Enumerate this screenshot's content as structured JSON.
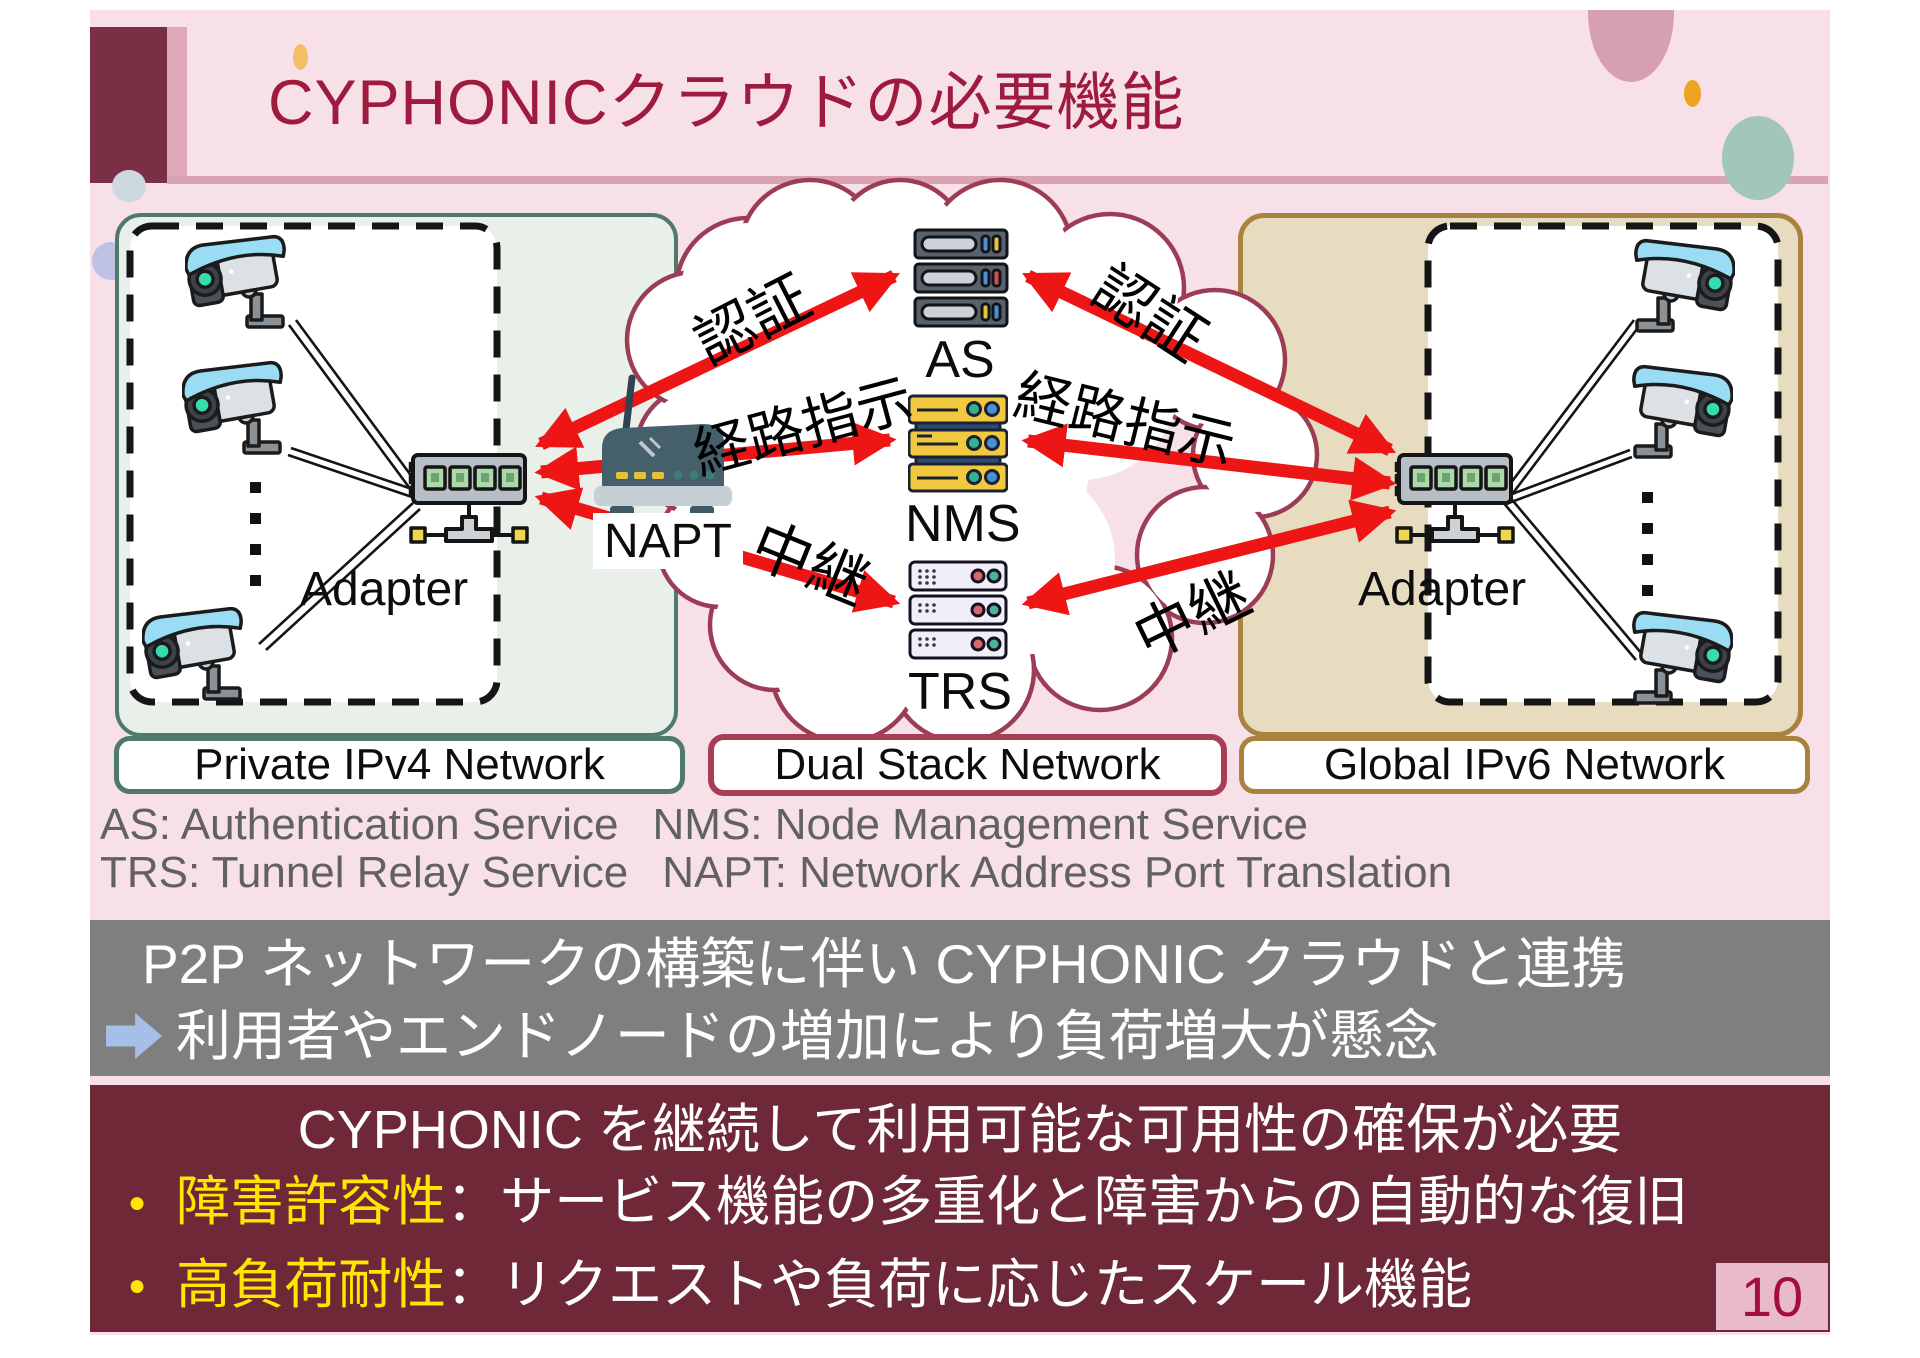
{
  "slide": {
    "title": "CYPHONICクラウドの必要機能",
    "page_number": "10"
  },
  "diagram": {
    "network_labels": [
      {
        "label": "Private IPv4 Network"
      },
      {
        "label": "Dual Stack Network"
      },
      {
        "label": "Global IPv6 Network"
      }
    ],
    "nodes": {
      "as": "AS",
      "nms": "NMS",
      "trs": "TRS",
      "napt": "NAPT",
      "adapter_left": "Adapter",
      "adapter_right": "Adapter"
    },
    "arrows": {
      "auth_left": "認証",
      "route_left": "経路指示",
      "relay_left": "中継",
      "auth_right": "認証",
      "route_right": "経路指示",
      "relay_right": "中継"
    },
    "legend": {
      "as": "AS: Authentication Service",
      "nms": "NMS: Node Management Service",
      "trs": "TRS: Tunnel Relay Service",
      "napt": "NAPT: Network Address Port Translation"
    }
  },
  "gray_box": {
    "line1": "P2P ネットワークの構築に伴い CYPHONIC クラウドと連携",
    "line2": "利用者やエンドノードの増加により負荷増大が懸念"
  },
  "maroon_box": {
    "heading": "CYPHONIC を継続して利用可能な可用性の確保が必要",
    "bullets": [
      {
        "term": "障害許容性",
        "desc": "：サービス機能の多重化と障害からの自動的な復旧"
      },
      {
        "term": "高負荷耐性",
        "desc": "：リクエストや負荷に応じたスケール機能"
      }
    ]
  },
  "colors": {
    "slide_bg": "#f7e0e7",
    "title_text": "#9e1a3e",
    "title_block": "#7b2f45",
    "cloud_outline": "#9c3d56",
    "green_border": "#4d7a6a",
    "tan_border": "#a8823f",
    "red_arrow": "#ee1515",
    "gray_box": "#7f7f7f",
    "maroon_box": "#6e2838",
    "bullet_yellow": "#ffe500"
  }
}
